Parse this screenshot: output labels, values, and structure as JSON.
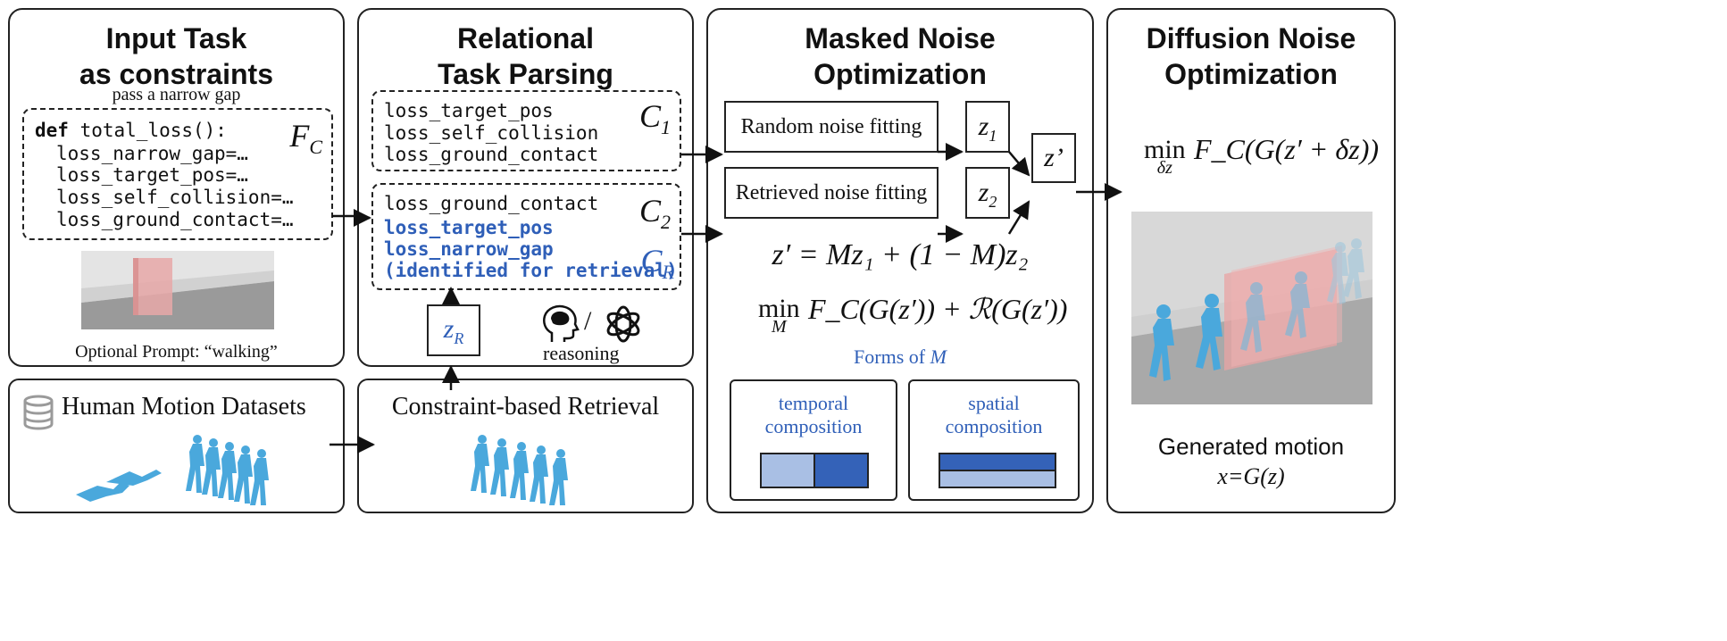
{
  "panel1": {
    "title_line1": "Input Task",
    "title_line2": "as constraints",
    "task": "pass a narrow gap",
    "code_def_kw": "def",
    "code_def_rest": " total_loss():",
    "code_lines": [
      "loss_narrow_gap=…",
      "loss_target_pos=…",
      "loss_self_collision=…",
      "loss_ground_contact=…"
    ],
    "fc_label": "F",
    "fc_sub": "C",
    "prompt": "Optional Prompt: “walking”"
  },
  "panel2": {
    "title_line1": "Relational",
    "title_line2": "Task Parsing",
    "c1_lines": [
      "loss_target_pos",
      "loss_self_collision",
      "loss_ground_contact"
    ],
    "c1_label": "C",
    "c1_sub": "1",
    "c2_line_plain": "loss_ground_contact",
    "c2_lines_blue": [
      "loss_target_pos",
      "loss_narrow_gap",
      "(identified for retrieval)"
    ],
    "c2_label": "C",
    "c2_sub": "2",
    "cr_label": "C",
    "cr_sub": "R",
    "zr_label": "z",
    "zr_sub": "R",
    "slash": "/",
    "reasoning": "reasoning"
  },
  "panel3": {
    "title_line1": "Masked Noise",
    "title_line2": "Optimization",
    "random_fit": "Random noise fitting",
    "retrieved_fit": "Retrieved noise fitting",
    "z1_label": "z",
    "z1_sub": "1",
    "z2_label": "z",
    "z2_sub": "2",
    "zprime": "z’",
    "eq1": "z′ = Mz₁ + (1 − M)z₂",
    "eq2_min": "min",
    "eq2_sub": "M",
    "eq2_body": "F_C(G(z′)) + ℛ(G(z′))",
    "forms_label": "Forms of",
    "forms_m": "M",
    "temporal": "temporal composition",
    "spatial": "spatial composition"
  },
  "panel4": {
    "title_line1": "Diffusion Noise",
    "title_line2": "Optimization",
    "eq_min": "min",
    "eq_sub": "δz",
    "eq_body": "F_C(G(z′ + δz))",
    "generated": "Generated motion",
    "formula": "x=G(z)"
  },
  "bottom": {
    "datasets": "Human Motion Datasets",
    "retrieval": "Constraint-based Retrieval"
  },
  "colors": {
    "blue_text": "#2f5fb8",
    "character_blue": "#4aa8dc",
    "wall_pink": "#e9a4a4",
    "mask_light": "#a9bfe4",
    "mask_dark": "#3462b8"
  }
}
